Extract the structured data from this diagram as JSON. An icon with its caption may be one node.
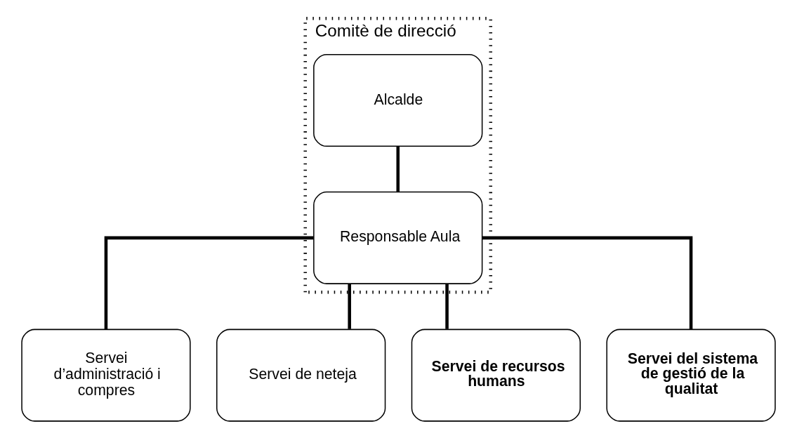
{
  "diagram": {
    "nodes": [
      {
        "text": [
          "Comitè de direcció"
        ]
      },
      {
        "text": [
          "Alcalde"
        ],
        "in": 0
      },
      {
        "text": [
          "Responsable Aula"
        ],
        "in": 0
      },
      {
        "text": [
          "Servei d’administració i compres"
        ]
      },
      {
        "text": [
          "Servei de neteja"
        ]
      },
      {
        "text": [
          "Servei de recursos humans"
        ]
      },
      {
        "text": [
          "Servei del sistema de gestió de la qualitat"
        ]
      }
    ],
    "edges": [
      {
        "from": 1,
        "to": 2,
        "arrow": "none"
      },
      {
        "from": 2,
        "to": 3,
        "arrow": "none"
      },
      {
        "from": 2,
        "to": 4,
        "arrow": "none"
      },
      {
        "from": 2,
        "to": 5,
        "arrow": "none"
      },
      {
        "from": 2,
        "to": 6,
        "arrow": "none"
      }
    ]
  }
}
